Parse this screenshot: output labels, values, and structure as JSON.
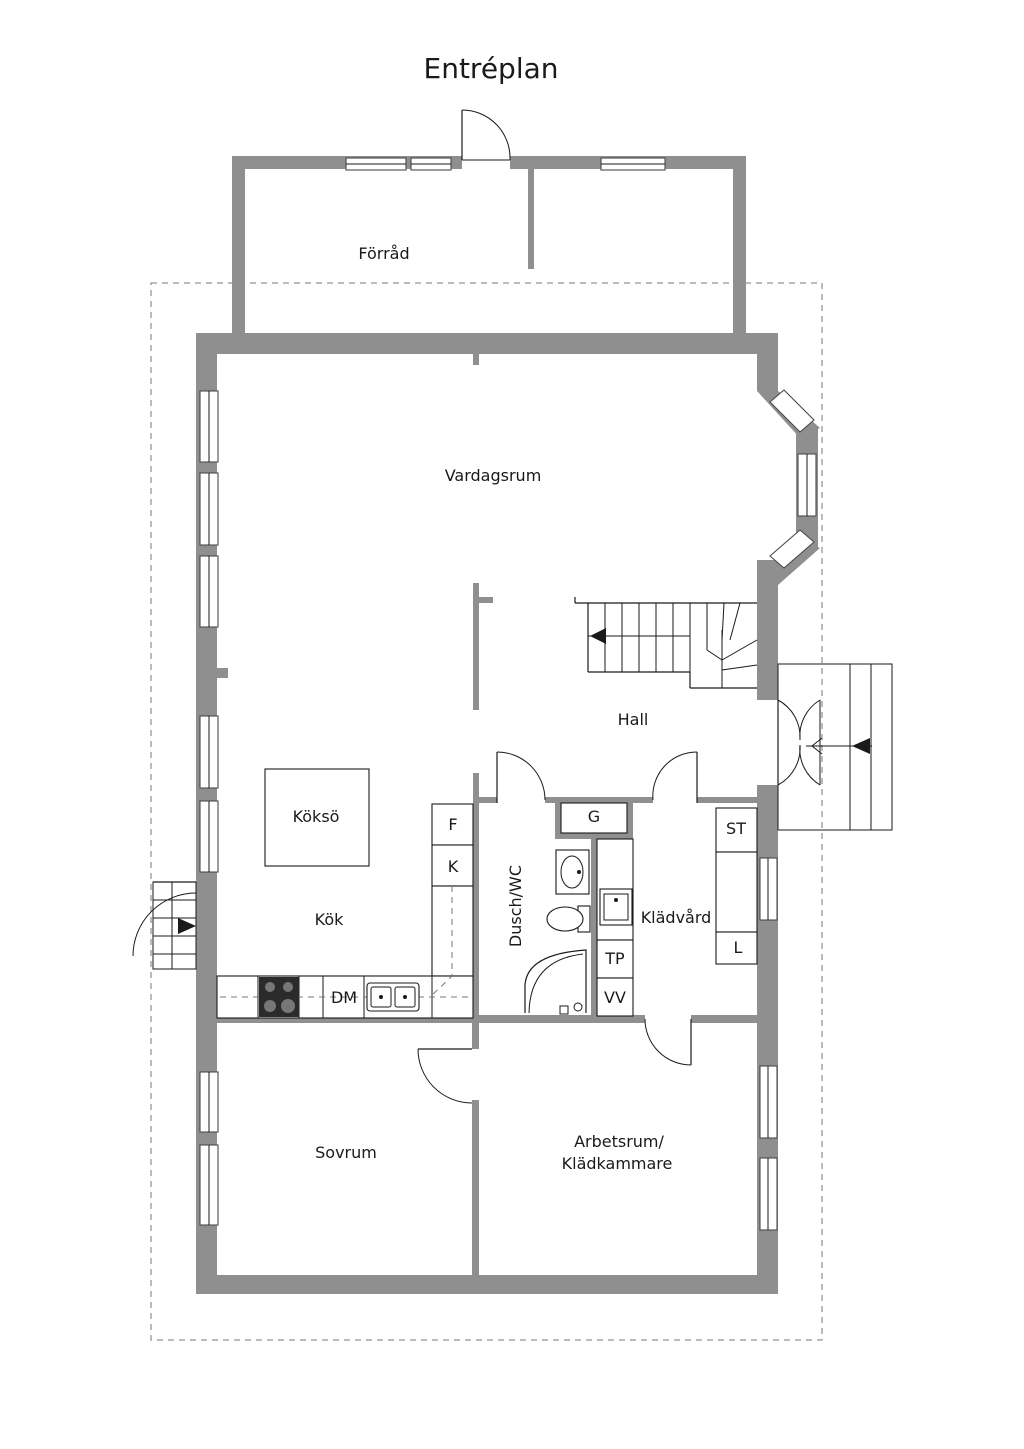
{
  "plan": {
    "title": "Entréplan",
    "rooms": {
      "forrad": "Förråd",
      "vardagsrum": "Vardagsrum",
      "hall": "Hall",
      "koksö": "Köksö",
      "kok": "Kök",
      "dusch_wc": "Dusch/WC",
      "kladvard": "Klädvård",
      "sovrum": "Sovrum",
      "arbetsrum_line1": "Arbetsrum/",
      "arbetsrum_line2": "Klädkammare"
    },
    "fixtures": {
      "freezer": "F",
      "fridge": "K",
      "dishwasher": "DM",
      "wardrobe_g": "G",
      "storage_st": "ST",
      "linen_l": "L",
      "dryer_tp": "TP",
      "washer_vv": "VV"
    },
    "colors": {
      "wall": "#8f8f8f",
      "line": "#1a1a1a",
      "background": "#ffffff"
    }
  }
}
